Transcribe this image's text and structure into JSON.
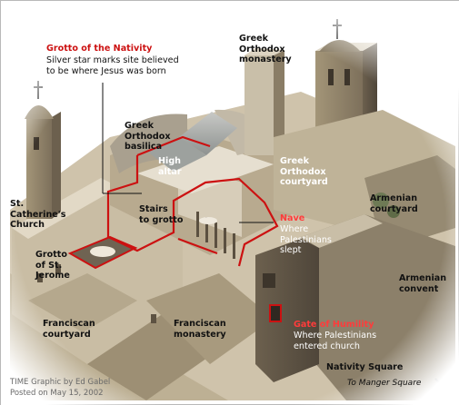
{
  "labels": {
    "grotto_nativity_title": "Grotto of the Nativity",
    "grotto_nativity_desc": "Silver star marks site believed\nto be where Jesus was born",
    "greek_monastery": "Greek\nOrthodox\nmonastery",
    "greek_basilica": "Greek\nOrthodox\nbasilica",
    "high_altar": "High\naltar",
    "greek_courtyard": "Greek\nOrthodox\ncourtyard",
    "st_catherine": "St.\nCatherine's\nChurch",
    "stairs": "Stairs\nto grotto",
    "armenian_courtyard": "Armenian\ncourtyard",
    "nave_title": "Nave",
    "nave_desc": "Where\nPalestinians\nslept",
    "grotto_jerome": "Grotto\nof St.\nJerome",
    "armenian_convent": "Armenian\nconvent",
    "franciscan_courtyard": "Franciscan\ncourtyard",
    "franciscan_monastery": "Franciscan\nmonastery",
    "gate_title": "Gate of Humility",
    "gate_desc": "Where Palestinians\nentered church",
    "nativity_square": "Nativity Square",
    "manger_square": "To Manger Square"
  },
  "credits": {
    "line1": "TIME Graphic by Ed Gabel",
    "line2": "Posted on May 15, 2002"
  },
  "colors": {
    "highlight": "#cc1111",
    "stone_light": "#d8cdb8",
    "stone_mid": "#b3a68e",
    "stone_dark": "#6e6150"
  }
}
